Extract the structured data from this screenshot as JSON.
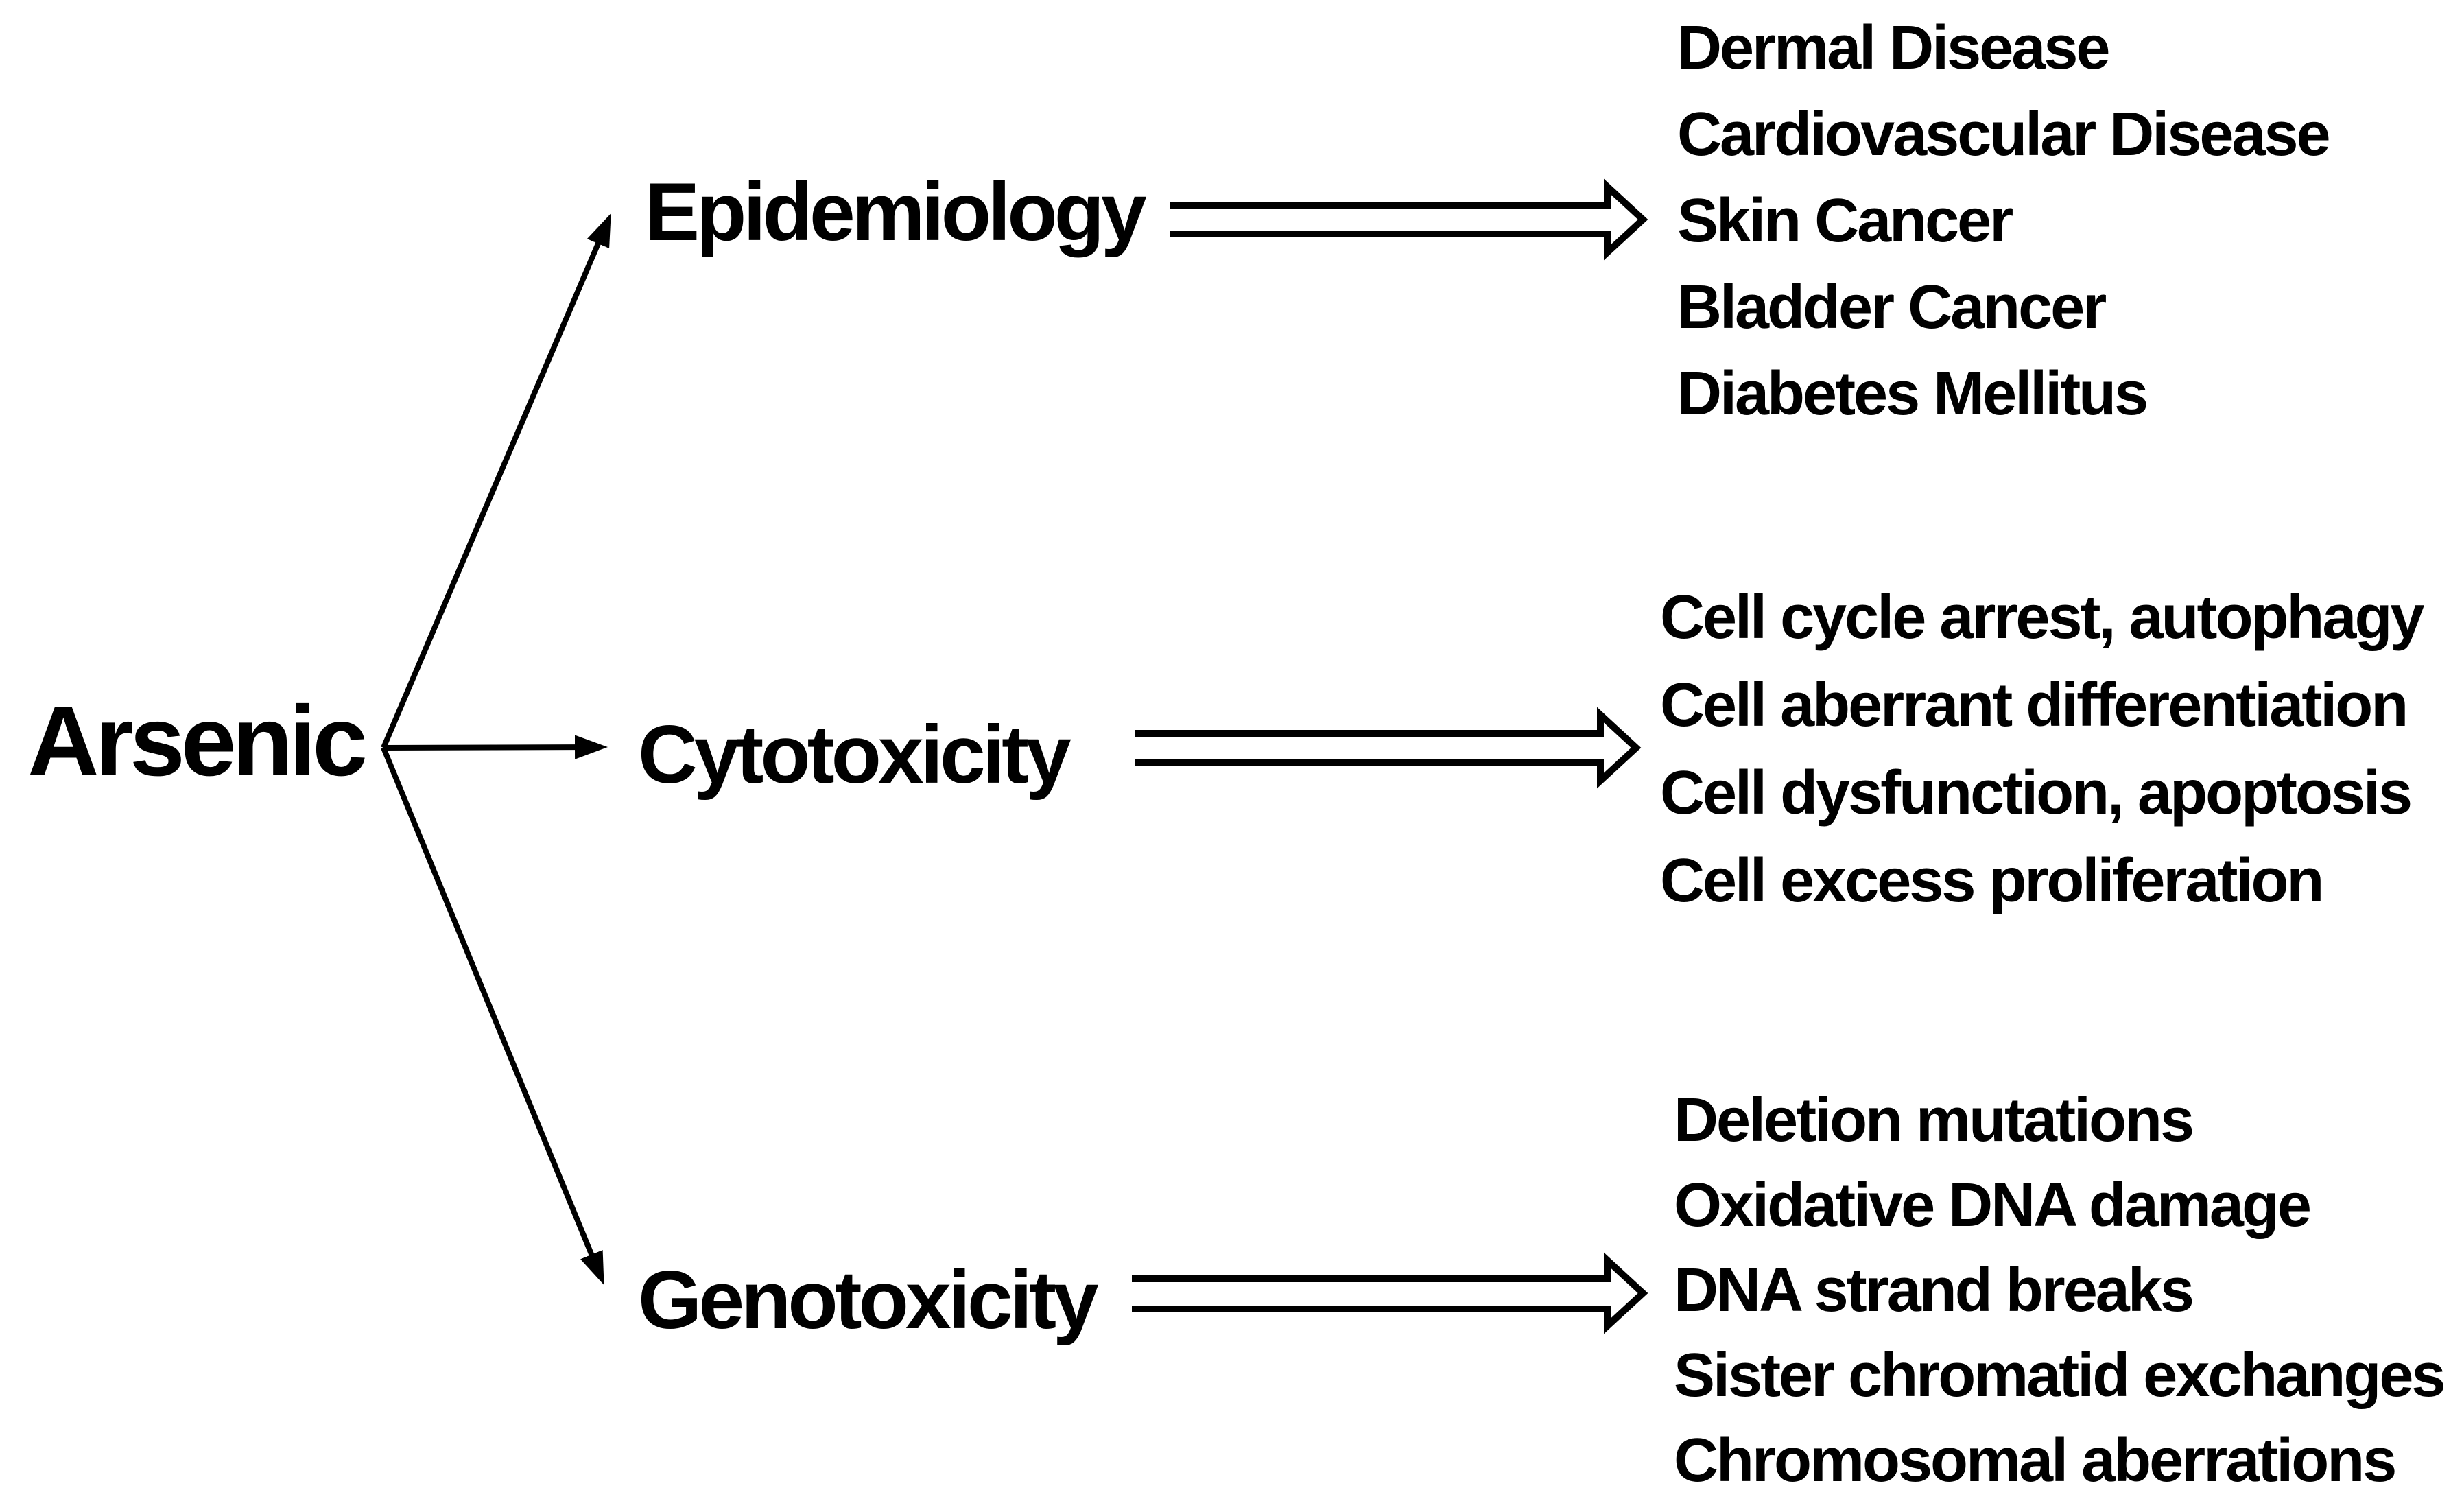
{
  "figure": {
    "background": "#ffffff",
    "ink": "#000000",
    "root": {
      "label": "Arsenic"
    },
    "branches": [
      {
        "label": "Epidemiology",
        "outcomes": [
          "Dermal Disease",
          "Cardiovascular Disease",
          "Skin Cancer",
          "Bladder Cancer",
          "Diabetes Mellitus"
        ]
      },
      {
        "label": "Cytotoxicity",
        "outcomes": [
          "Cell cycle arrest, autophagy",
          "Cell aberrant differentiation",
          "Cell dysfunction, apoptosis",
          "Cell excess proliferation"
        ]
      },
      {
        "label": "Genotoxicity",
        "outcomes": [
          "Deletion mutations",
          "Oxidative DNA damage",
          "DNA strand breaks",
          "Sister chromatid exchanges",
          "Chromosomal aberrations"
        ]
      }
    ]
  }
}
